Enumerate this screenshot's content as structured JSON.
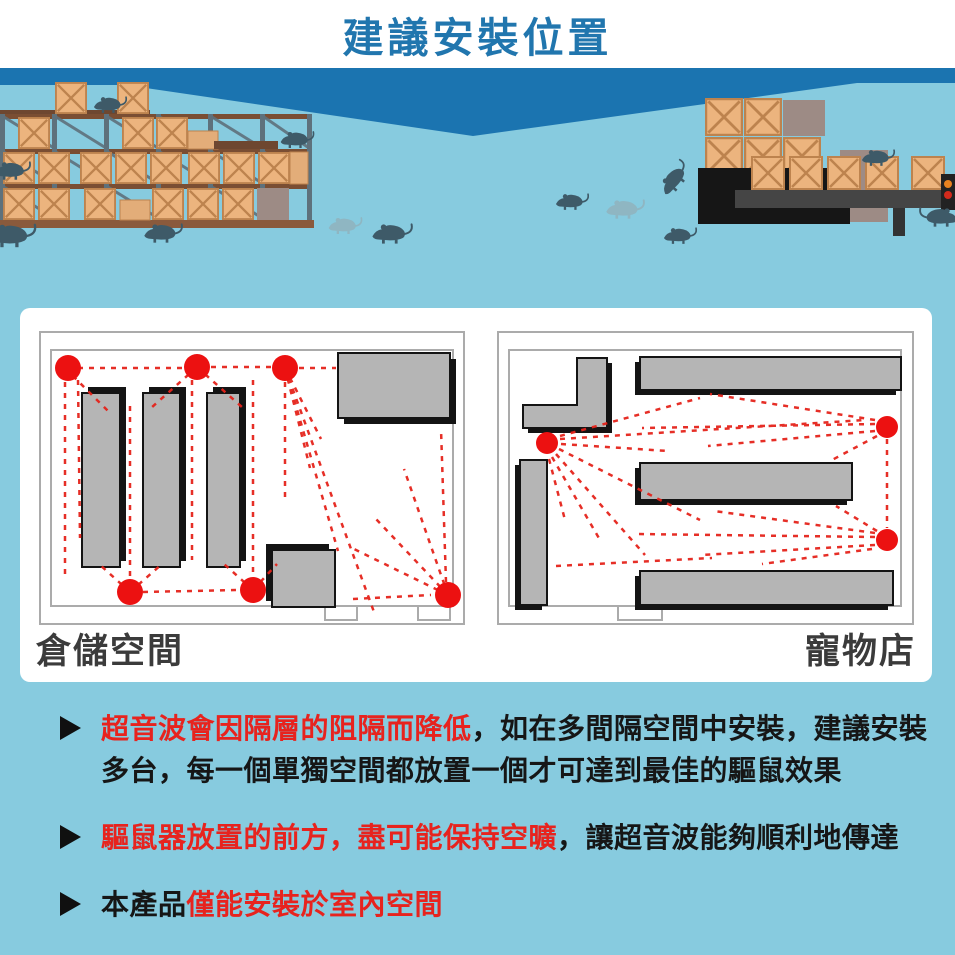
{
  "header": {
    "title": "建議安裝位置"
  },
  "diagram_panel": {
    "left_plan": {
      "label": "倉儲空間",
      "device_count": 6
    },
    "right_plan": {
      "label": "寵物店",
      "device_count": 3
    }
  },
  "notes": [
    {
      "segments": [
        {
          "text": "超音波會因隔層的阻隔而降低",
          "emphasis": "red"
        },
        {
          "text": "，如在多間隔空間中安裝，建議安裝多台，每一個單獨空間都放置一個才可達到最佳的驅鼠效果",
          "emphasis": "dark"
        }
      ]
    },
    {
      "segments": [
        {
          "text": "驅鼠器放置的前方，盡可能保持空曠",
          "emphasis": "red"
        },
        {
          "text": "，讓超音波能夠順利地傳達",
          "emphasis": "dark"
        }
      ]
    },
    {
      "segments": [
        {
          "text": "本產品",
          "emphasis": "dark"
        },
        {
          "text": "僅能安裝於室內空間",
          "emphasis": "red"
        }
      ]
    }
  ],
  "colors": {
    "title_blue": "#2176AE",
    "banner_blue": "#1B74B0",
    "background_blue": "#87CBDF",
    "alert_red": "#E7231E",
    "device_dot_red": "#EC1111",
    "text_dark": "#161616",
    "shelf_gray": "#B5B5B5"
  },
  "icons": {
    "note_bullet": "right-triangle-icon",
    "device_marker": "red-dot-icon",
    "pest": "rat-icon",
    "goods": "crate-icon"
  }
}
